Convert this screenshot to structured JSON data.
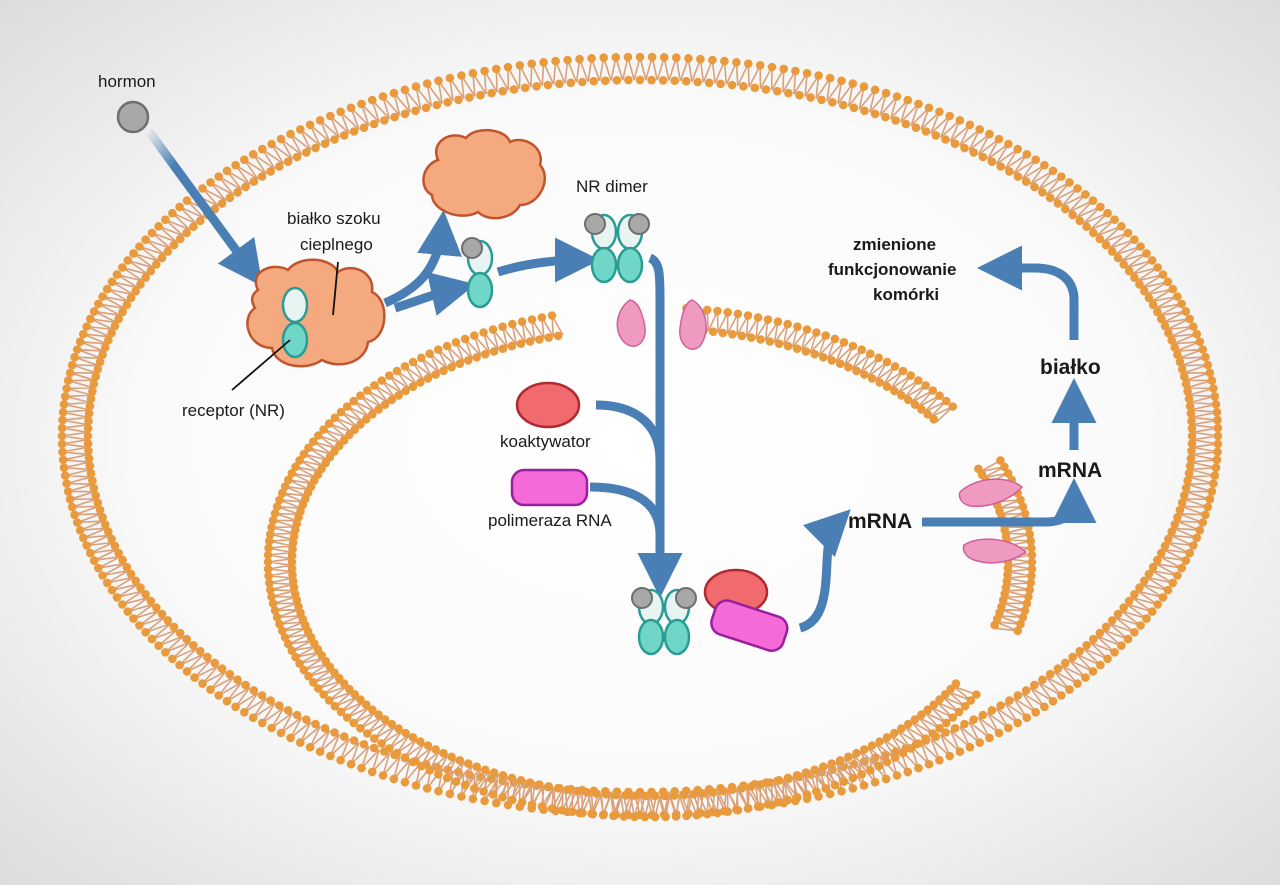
{
  "labels": {
    "hormon": "hormon",
    "hsp_line1": "białko szoku",
    "hsp_line2": "cieplnego",
    "receptor": "receptor (NR)",
    "nr_dimer": "NR dimer",
    "coactivator": "koaktywator",
    "polymerase": "polimeraza RNA",
    "mrna_nuclear": "mRNA",
    "mrna_cytoplasm": "mRNA",
    "protein": "białko",
    "outcome_line1": "zmienione",
    "outcome_line2": "funkcjonowanie",
    "outcome_line3": "komórki"
  },
  "colors": {
    "membrane_head": "#e89a3c",
    "membrane_tail": "#d9a07a",
    "arrow": "#4a7fb5",
    "hsp": "#f5a97f",
    "hsp_stroke": "#c0552d",
    "receptor": "#6fd6c8",
    "receptor_stroke": "#2a9c93",
    "hormone": "#a8a8a8",
    "coactivator": "#f06a6e",
    "polymerase": "#f36ad8",
    "pore": "#ef9ac0"
  },
  "icons": {
    "hormone": "grey-ball-icon",
    "hsp": "cloud-protein-icon",
    "receptor": "twin-oval-icon",
    "pore": "nuclear-pore-icon"
  }
}
